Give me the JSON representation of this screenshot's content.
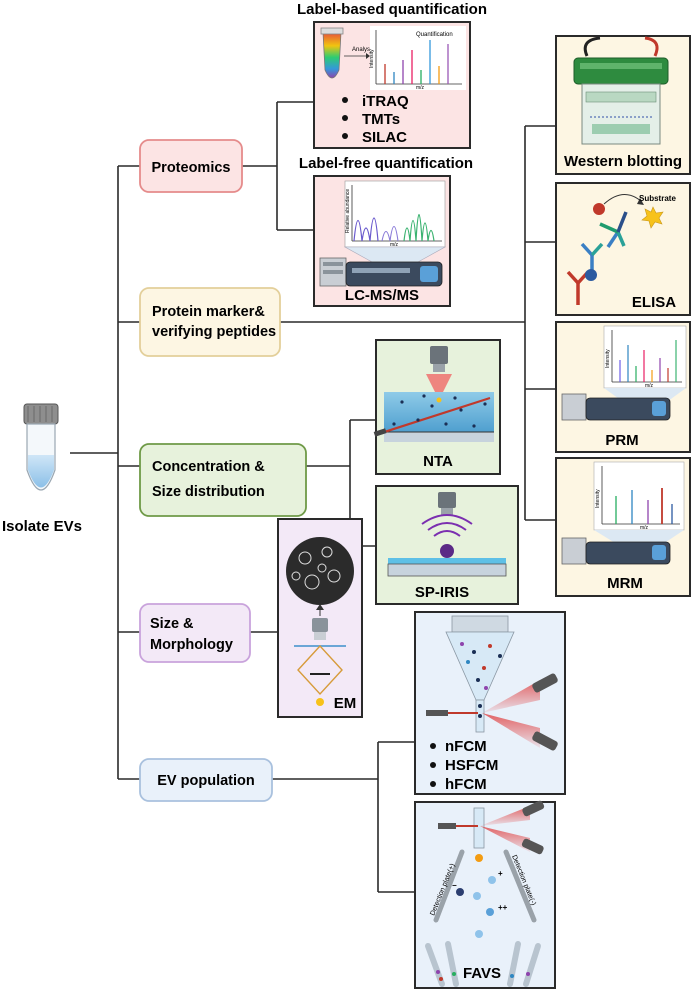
{
  "root": {
    "label": "Isolate EVs"
  },
  "categories": {
    "proteomics": "Proteomics",
    "protein_marker": [
      "Protein marker&",
      "verifying peptides"
    ],
    "concentration": [
      "Concentration &",
      "Size distribution"
    ],
    "size_morph": [
      "Size &",
      "Morphology"
    ],
    "ev_population": "EV population"
  },
  "label_based": {
    "heading": "Label-based quantification",
    "analysis": "Analysis",
    "quantification": "Quantification",
    "items": [
      "iTRAQ",
      "TMTs",
      "SILAC"
    ]
  },
  "label_free": {
    "heading": "Label-free quantification",
    "relative_abundance": "Relative abundance",
    "method": "LC-MS/MS"
  },
  "axis": {
    "mz": "m/z",
    "intensity": "Intensity"
  },
  "methods": {
    "western": "Western blotting",
    "elisa": "ELISA",
    "substrate": "Substrate",
    "prm": "PRM",
    "mrm": "MRM",
    "nta": "NTA",
    "spiris": "SP-IRIS",
    "em": "EM",
    "fcm_items": [
      "nFCM",
      "HSFCM",
      "hFCM"
    ],
    "favs": "FAVS",
    "plate_pos": "Detection plate(+)",
    "plate_neg": "Detection plate(-)"
  },
  "colors": {
    "proteomics_bg": "#fce4e4",
    "proteomics_border": "#e58b8b",
    "marker_bg": "#fdf6e3",
    "marker_border": "#e3cf9a",
    "conc_bg": "#e7f2dc",
    "conc_border": "#6f9a47",
    "size_bg": "#f3e9f7",
    "size_border": "#c9a3dc",
    "ev_bg": "#e9f1fa",
    "ev_border": "#a9c1de"
  }
}
